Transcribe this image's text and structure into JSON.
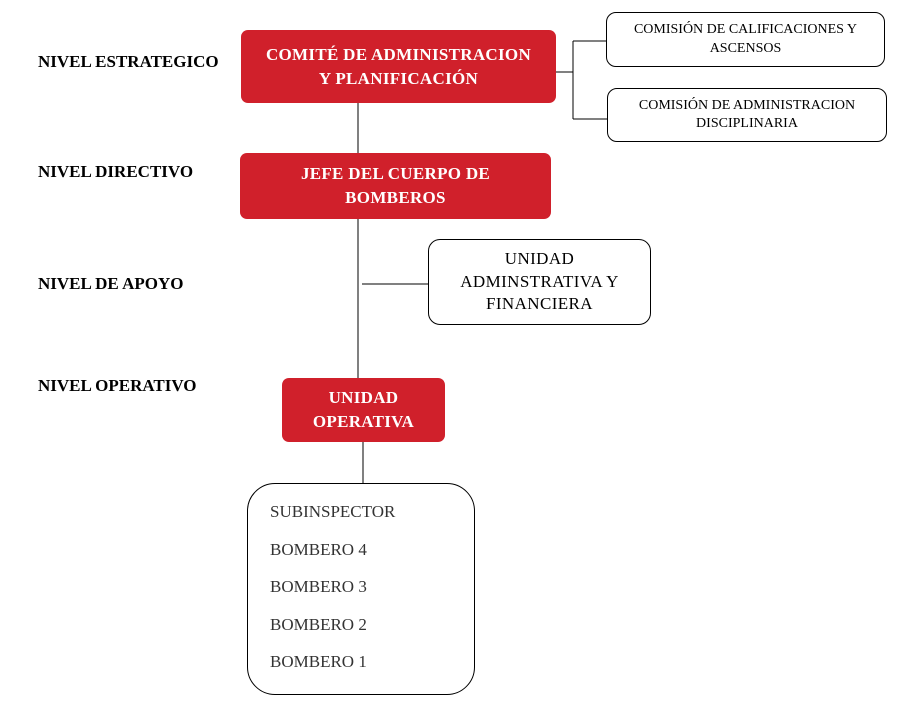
{
  "levels": {
    "estrategico": "NIVEL ESTRATEGICO",
    "directivo": "NIVEL DIRECTIVO",
    "apoyo": "NIVEL DE APOYO",
    "operativo": "NIVEL OPERATIVO"
  },
  "nodes": {
    "comite": {
      "line1": "COMITÉ DE ADMINISTRACION",
      "line2": "Y PLANIFICACIÓN"
    },
    "comision_calificaciones": {
      "line1": "COMISIÓN DE CALIFICACIONES Y",
      "line2": "ASCENSOS"
    },
    "comision_disciplinaria": {
      "line1": "COMISIÓN DE ADMINISTRACION",
      "line2": "DISCIPLINARIA"
    },
    "jefe": {
      "line1": "JEFE DEL CUERPO DE",
      "line2": "BOMBEROS"
    },
    "unidad_admin": {
      "line1": "UNIDAD",
      "line2": "ADMINSTRATIVA Y",
      "line3": "FINANCIERA"
    },
    "unidad_operativa": {
      "line1": "UNIDAD",
      "line2": "OPERATIVA"
    }
  },
  "ranks": [
    "SUBINSPECTOR",
    "BOMBERO 4",
    "BOMBERO 3",
    "BOMBERO 2",
    "BOMBERO 1"
  ],
  "colors": {
    "accent_red": "#d0202b",
    "box_border": "#000000",
    "rank_text": "#333333"
  }
}
